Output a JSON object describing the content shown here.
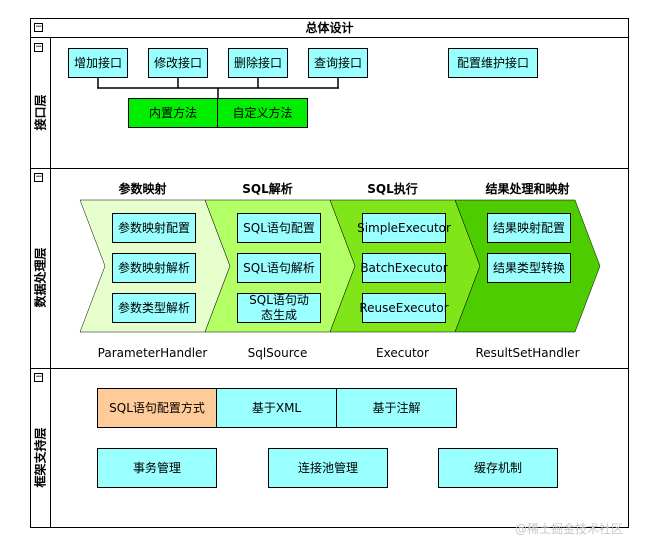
{
  "title": "总体设计",
  "lanes": {
    "interface": {
      "label": "接口层"
    },
    "data": {
      "label": "数据处理层"
    },
    "framework": {
      "label": "框架支持层"
    }
  },
  "collapse_symbol": "−",
  "interface_layer": {
    "apis": [
      "增加接口",
      "修改接口",
      "删除接口",
      "查询接口"
    ],
    "config_api": "配置维护接口",
    "methods": [
      "内置方法",
      "自定义方法"
    ]
  },
  "data_layer": {
    "stages": [
      {
        "title": "参数映射",
        "items": [
          "参数映射配置",
          "参数映射解析",
          "参数类型解析"
        ],
        "handler": "ParameterHandler",
        "color": "#e6ffcc"
      },
      {
        "title": "SQL解析",
        "items": [
          "SQL语句配置",
          "SQL语句解析",
          "SQL语句动态生成"
        ],
        "handler": "SqlSource",
        "color": "#b3ff66"
      },
      {
        "title": "SQL执行",
        "items": [
          "SimpleExecutor",
          "BatchExecutor",
          "ReuseExecutor"
        ],
        "handler": "Executor",
        "color": "#80e61a"
      },
      {
        "title": "结果处理和映射",
        "items": [
          "结果映射配置",
          "结果类型转换"
        ],
        "handler": "ResultSetHandler",
        "color": "#4dcc00"
      }
    ]
  },
  "framework_layer": {
    "sql_config": {
      "label": "SQL语句配置方式",
      "options": [
        "基于XML",
        "基于注解"
      ]
    },
    "services": [
      "事务管理",
      "连接池管理",
      "缓存机制"
    ]
  },
  "watermark": "@稀土掘金技术社区",
  "colors": {
    "cyan": "#99ffff",
    "green": "#00ee00",
    "orange": "#ffcc99",
    "border": "#000000"
  }
}
